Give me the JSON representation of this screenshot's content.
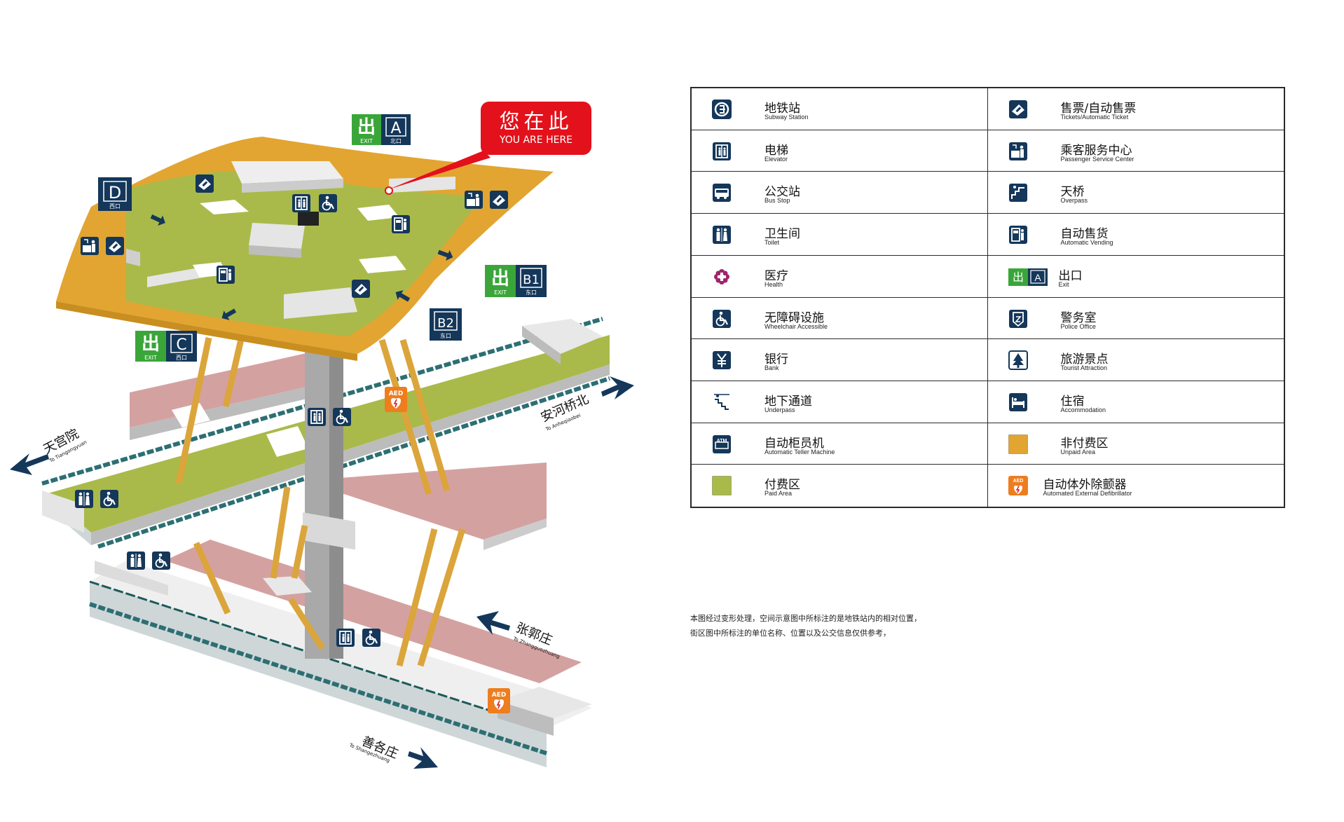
{
  "marker": {
    "cn": "您在此",
    "en": "YOU ARE HERE"
  },
  "exits": {
    "exit_word": "EXIT",
    "chu": "出",
    "A": {
      "letter": "A",
      "cn": "北口"
    },
    "B1": {
      "letter": "B1",
      "cn": "东口"
    },
    "B2": {
      "letter": "B2",
      "cn": "东口"
    },
    "C": {
      "letter": "C",
      "cn": "西口"
    },
    "D": {
      "letter": "D",
      "cn": "西口"
    }
  },
  "directions": {
    "tiangongyuan": {
      "cn": "天宫院",
      "en": "To Tiangongyuan"
    },
    "anheqiaobei": {
      "cn": "安河桥北",
      "en": "To Anheqiaobei"
    },
    "zhangguozhuang": {
      "cn": "张郭庄",
      "en": "To Zhangguozhuang"
    },
    "shangezhuang": {
      "cn": "善各庄",
      "en": "To Shangezhuang"
    }
  },
  "aed_text": "AED",
  "legend": {
    "items": [
      {
        "cn": "地铁站",
        "en": "Subway Station",
        "icon": "subway-icon"
      },
      {
        "cn": "售票/自动售票",
        "en": "Tickets/Automatic Ticket",
        "icon": "ticket-icon"
      },
      {
        "cn": "电梯",
        "en": "Elevator",
        "icon": "elevator-icon"
      },
      {
        "cn": "乘客服务中心",
        "en": "Passenger Service Center",
        "icon": "service-center-icon"
      },
      {
        "cn": "公交站",
        "en": "Bus Stop",
        "icon": "bus-icon"
      },
      {
        "cn": "天桥",
        "en": "Overpass",
        "icon": "overpass-icon"
      },
      {
        "cn": "卫生间",
        "en": "Toilet",
        "icon": "toilet-icon"
      },
      {
        "cn": "自动售货",
        "en": "Automatic Vending",
        "icon": "vending-icon"
      },
      {
        "cn": "医疗",
        "en": "Health",
        "icon": "health-icon"
      },
      {
        "cn": "出口",
        "en": "Exit",
        "icon": "exit-icon"
      },
      {
        "cn": "无障碍设施",
        "en": "Wheelchair Accessible",
        "icon": "wheelchair-icon"
      },
      {
        "cn": "警务室",
        "en": "Police Office",
        "icon": "police-icon"
      },
      {
        "cn": "银行",
        "en": "Bank",
        "icon": "bank-icon"
      },
      {
        "cn": "旅游景点",
        "en": "Tourist Attraction",
        "icon": "tourist-icon"
      },
      {
        "cn": "地下通道",
        "en": "Underpass",
        "icon": "underpass-icon"
      },
      {
        "cn": "住宿",
        "en": "Accommodation",
        "icon": "bed-icon"
      },
      {
        "cn": "自动柜员机",
        "en": "Automatic Teller Machine",
        "icon": "atm-icon"
      },
      {
        "cn": "非付费区",
        "en": "Unpaid Area",
        "icon": "unpaid-area-swatch"
      },
      {
        "cn": "付费区",
        "en": "Paid Area",
        "icon": "paid-area-swatch"
      },
      {
        "cn": "自动体外除颤器",
        "en": "Automated External Defibrillator",
        "icon": "aed-icon"
      }
    ],
    "atm_text": "ATM"
  },
  "note": {
    "line1": "本图经过变形处理，空间示意图中所标注的是地铁站内的相对位置，",
    "line2": "街区图中所标注的单位名称、位置以及公交信息仅供参考，"
  },
  "colors": {
    "unpaid": "#E2A531",
    "paid": "#A9BA4A",
    "platform_pink": "#D4A1A1",
    "exit_green": "#3AA639",
    "icon_navy": "#14375A",
    "marker_red": "#E3111B",
    "aed_orange": "#EE7D1E",
    "health": "#A1246A"
  }
}
